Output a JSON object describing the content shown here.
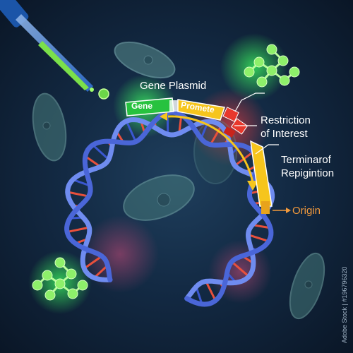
{
  "labels": {
    "gene_plasmid": "Gene Plasmid",
    "gene": "Gene",
    "promoter": "Promete",
    "restriction_line1": "Restriction",
    "restriction_line2": "of Interest",
    "terminator_line1": "Terminarof",
    "terminator_line2": "Repigintion",
    "origin": "Origin"
  },
  "stock_id": "Adobe Stock | #196796320",
  "colors": {
    "background": "#132a44",
    "gene_green": "#27c23f",
    "promoter_yellow": "#f6c51c",
    "restriction_red": "#e8382c",
    "origin_orange": "#f39a3c",
    "dna_blue": "#5b7be6"
  },
  "icons": [
    "dropper-icon",
    "molecule-icon",
    "bacterium-icon",
    "dna-helix-icon"
  ]
}
